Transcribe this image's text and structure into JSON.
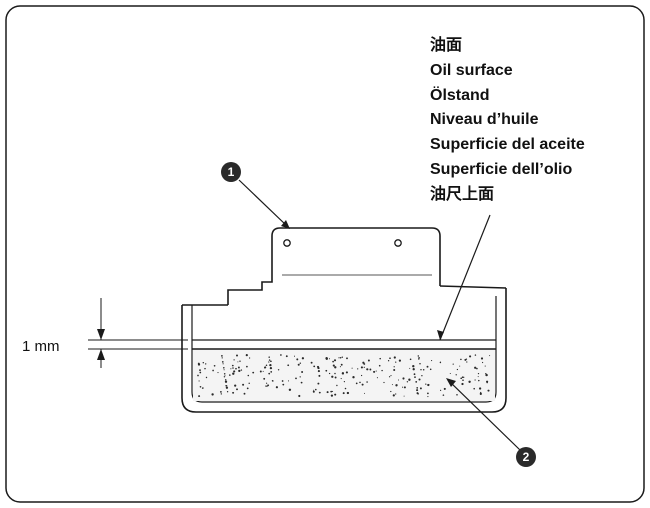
{
  "labels": [
    "油面",
    "Oil surface",
    "Ölstand",
    "Niveau d’huile",
    "Superficie del aceite",
    "Superficie dell’olio",
    "油尺上面"
  ],
  "dimension": "1 mm",
  "callouts": [
    "1",
    "2"
  ],
  "colors": {
    "line": "#1a1a1a",
    "oil": "#dcdcdc",
    "callout_fill": "#2a2a2a"
  }
}
